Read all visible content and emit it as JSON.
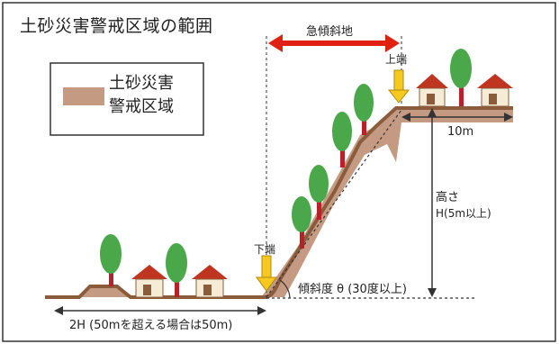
{
  "title": "土砂災害警戒区域の範囲",
  "legend": {
    "text": "土砂災害\n警戒区域",
    "color": "#c49a83"
  },
  "labels": {
    "steep_slope": "急傾斜地",
    "upper_end": "上端",
    "lower_end": "下端",
    "width": "10m",
    "height": "高さ",
    "height_condition": "H(5m以上)",
    "angle": "傾斜度 θ (30度以上)",
    "base_distance": "2H (50mを超える場合は50m)"
  },
  "colors": {
    "zone": "#c49a83",
    "ground": "#8a5c3c",
    "arrow_red": "#e02010",
    "arrow_yellow": "#f7c81e",
    "tree_green": "#4aa84a",
    "roof": "#c03520"
  }
}
